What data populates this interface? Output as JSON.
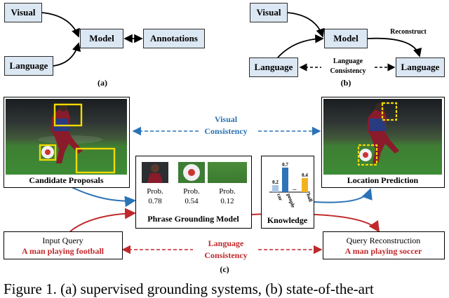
{
  "panel_a": {
    "visual": "Visual",
    "language": "Language",
    "model": "Model",
    "annotations": "Annotations",
    "label": "(a)"
  },
  "panel_b": {
    "visual": "Visual",
    "language_left": "Language",
    "model": "Model",
    "language_right": "Language",
    "reconstruct": "Reconstruct",
    "consistency_line1": "Language",
    "consistency_line2": "Consistency",
    "label": "(b)"
  },
  "panel_c": {
    "visual_consistency_line1": "Visual",
    "visual_consistency_line2": "Consistency",
    "language_consistency_line1": "Language",
    "language_consistency_line2": "Consistency",
    "candidate_proposals": "Candidate Proposals",
    "location_prediction": "Location Prediction",
    "phrase_grounding_model": "Phrase Grounding Model",
    "knowledge": "Knowledge",
    "probs": [
      {
        "label": "Prob.",
        "value": "0.78"
      },
      {
        "label": "Prob.",
        "value": "0.54"
      },
      {
        "label": "Prob.",
        "value": "0.12"
      }
    ],
    "input_query_title": "Input Query",
    "input_query_text": "A man playing football",
    "query_recon_title": "Query Reconstruction",
    "query_recon_text": "A man playing soccer",
    "label": "(c)"
  },
  "knowledge_chart": {
    "chart_data": {
      "type": "bar",
      "categories": [
        "car",
        "people",
        "...",
        "ball"
      ],
      "values": [
        0.2,
        0.7,
        null,
        0.4
      ],
      "data_labels": [
        "0.2",
        "0.7",
        "",
        "0.4"
      ],
      "colors": [
        "#a9c6e4",
        "#2f73b8",
        "#ffffff",
        "#f2b21f"
      ],
      "ylim": [
        0,
        0.8
      ]
    }
  },
  "caption": "Figure 1. (a) supervised grounding systems, (b) state-of-the-art",
  "colors": {
    "box_fill": "#dbe7f3",
    "visual_blue": "#2a73b6",
    "language_red": "#c0292c",
    "proposal_yellow": "#f3d900"
  }
}
